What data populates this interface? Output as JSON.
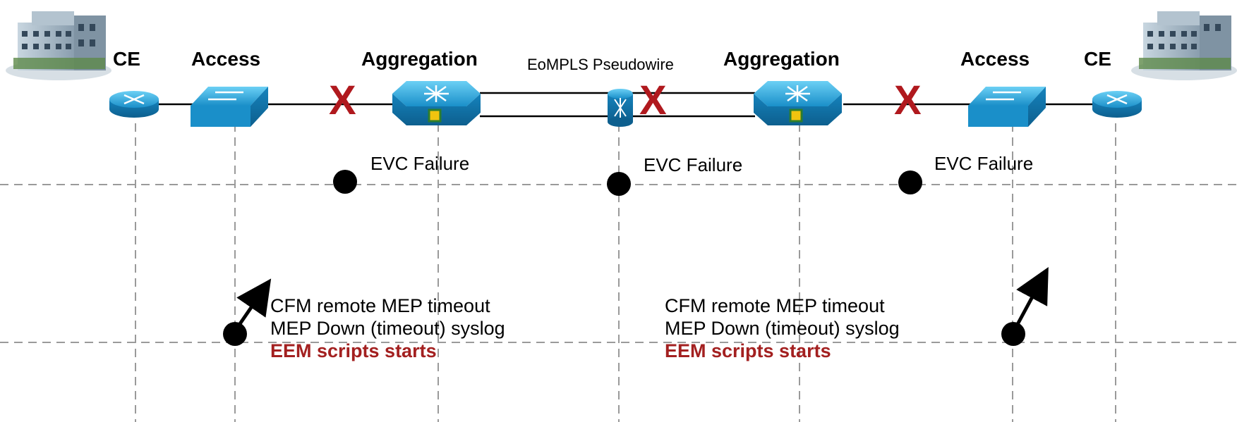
{
  "labels": {
    "ce_left": "CE",
    "access_left": "Access",
    "aggregation_left": "Aggregation",
    "pseudowire": "EoMPLS Pseudowire",
    "aggregation_right": "Aggregation",
    "access_right": "Access",
    "ce_right": "CE"
  },
  "failures": [
    {
      "label": "EVC Failure"
    },
    {
      "label": "EVC Failure"
    },
    {
      "label": "EVC Failure"
    }
  ],
  "notes": [
    {
      "line1": "CFM remote MEP timeout",
      "line2": "MEP Down (timeout) syslog",
      "line3": "EEM scripts starts"
    },
    {
      "line1": "CFM remote MEP timeout",
      "line2": "MEP Down (timeout) syslog",
      "line3": "EEM scripts starts"
    }
  ],
  "colors": {
    "failure_x": "#b0191e",
    "device_blue": "#1fa0d8",
    "eem_text": "#a32020",
    "dashed_line": "#9a9a9a"
  },
  "icons": [
    "building-icon",
    "router-icon",
    "switch-icon",
    "aggregation-switch-icon",
    "mpls-router-icon",
    "failure-x-icon",
    "event-dot-icon",
    "arrow-icon"
  ]
}
